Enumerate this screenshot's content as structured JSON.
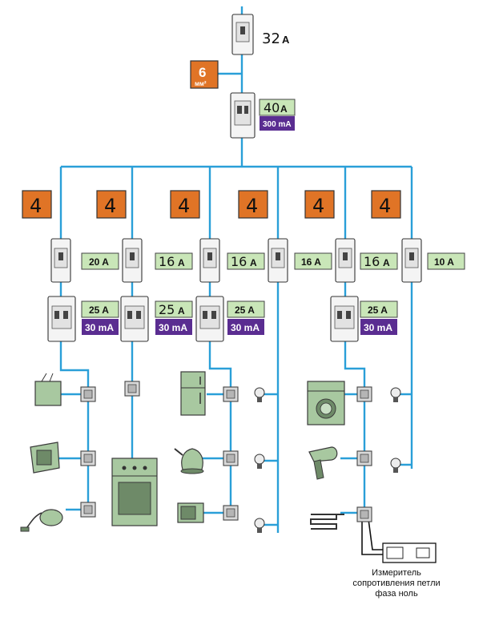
{
  "main_breaker": {
    "rating": "32",
    "unit": "A"
  },
  "supply_section": {
    "value": "6",
    "unit": "мм²"
  },
  "main_rcd": {
    "rating": "40",
    "unit": "A",
    "leakage": "300 mA"
  },
  "branch_sections": [
    "4",
    "4",
    "4",
    "4",
    "4",
    "4"
  ],
  "branch_breakers": [
    {
      "rating": "20 A"
    },
    {
      "rating": "16",
      "unit": "A"
    },
    {
      "rating": "16",
      "unit": "A"
    },
    {
      "rating": "16 A"
    },
    {
      "rating": "16",
      "unit": "A"
    },
    {
      "rating": "10 A"
    }
  ],
  "branch_rcds": [
    {
      "rating": "25 A",
      "leakage": "30 mA"
    },
    {
      "rating": "25",
      "unit": "A",
      "leakage": "30 mA"
    },
    {
      "rating": "25 A",
      "leakage": "30 mA"
    },
    {
      "rating": "25 A",
      "leakage": "30 mA"
    }
  ],
  "meter_label": [
    "Измеритель",
    "сопротивления петли",
    "фаза ноль"
  ],
  "colors": {
    "wire": "#2a9fd8",
    "section_box": "#e07426",
    "rating_label": "#c9e6b8",
    "leakage_label": "#5a2d91",
    "appliance": "#a8c8a0"
  },
  "icons": [
    "circuit-breaker-icon",
    "rcd-icon",
    "socket-icon",
    "tv-icon",
    "microwave-icon",
    "vacuum-cleaner-icon",
    "stove-icon",
    "fridge-icon",
    "kettle-icon",
    "light-bulb-icon",
    "washing-machine-icon",
    "hair-dryer-icon",
    "towel-warmer-icon",
    "loop-impedance-meter-icon"
  ]
}
